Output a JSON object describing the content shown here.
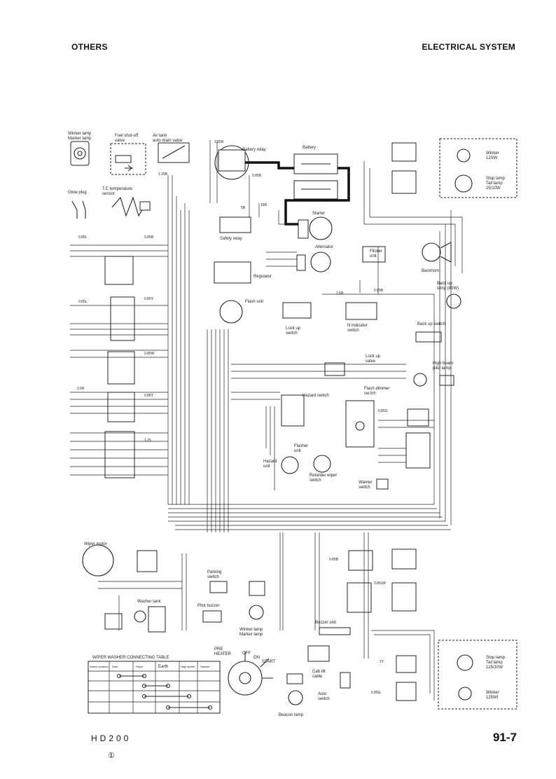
{
  "header": {
    "left": "OTHERS",
    "right": "ELECTRICAL SYSTEM"
  },
  "footer": {
    "model": "HD200",
    "page": "91-7",
    "mark": "①"
  },
  "components": {
    "winker_lamp_marker_lamp": "Winker lamp\nMarker lamp",
    "fuel_shut_off_valve": "Fuel shut-off\nvalve",
    "air_tank_drain_valve": "Air tank\nauto drain valve",
    "battery_relay": "Battery relay",
    "battery": "Battery",
    "glow_plug": "Glow plug",
    "tc_temperature_sensor": "T.C temperature\nsensor",
    "starter": "Starter",
    "safety_relay": "Safety relay",
    "alternator": "Alternator",
    "regulator": "Regulator",
    "flicker_unit": "Flicker\nunit",
    "backhorn": "Backhorn",
    "back_up_lamp": "Back up\nlamp (80W)",
    "back_up_switch": "Back up switch",
    "flash_unit": "Flash unit",
    "lock_up_switch": "Lock up\nswitch",
    "n_indicator_switch": "N indicator\nswitch",
    "lock_up_valve": "Lock up\nvalve",
    "high_beam_pilot_lamp": "High beam\npilot lamp",
    "flash_dimmer_switch": "Flash dimmer\nsw.tch",
    "hazard_switch": "Hazard switch",
    "hazard_unit": "Hazard\nunit",
    "flasher_unit": "Flasher\nunit",
    "retarder_wiper_switch": "Retarder wiper\nswitch",
    "warner_switch": "Warner\nswitch",
    "wiper_motor": "Wiper motor",
    "parking_switch": "Parking\nswitch",
    "pilot_buzzer": "Pilot buzzer",
    "washer_tank": "Washer tank",
    "winker_lamp_marker_lamp_2": "Winker lamp\nMarker lamp",
    "buzzer_unit": "Buzzer unit",
    "cab_tilt_cable": "Cab tilt\ncable",
    "auto_switch": "Auto\nswitch",
    "beacon_lamp": "Beacon lamp",
    "winker_right": "Winker\n12SW",
    "stop_tail_lamp_right": "Stop lamp\nTail lamp\n25/10W",
    "stop_tail_lamp_rear": "Stop lamp\nTail lamp\n125/10W",
    "winker_rear": "Winker\n125WI"
  },
  "key_switch": {
    "pre_heater": "PRE\nHEATER",
    "off": "OFF",
    "on": "ON",
    "start": "START"
  },
  "wiper_table": {
    "title": "WIPER WASHER CONNECTING TABLE",
    "headers": [
      "Switch position",
      "Start",
      "Wiper",
      "Earth",
      "High speed",
      "Washer"
    ]
  },
  "wire_labels": [
    "1.25R",
    "0.85B",
    "5B",
    "1.25B",
    "0.85L",
    "0.85R",
    "15R",
    "0.85Y",
    "0.85L",
    "0.85W",
    "2.5R",
    "0.85Y",
    "1.25",
    "0.85G",
    "2.5B",
    "0.85B",
    "0.85B",
    "0.85LW",
    "2Y",
    "0.85G"
  ]
}
